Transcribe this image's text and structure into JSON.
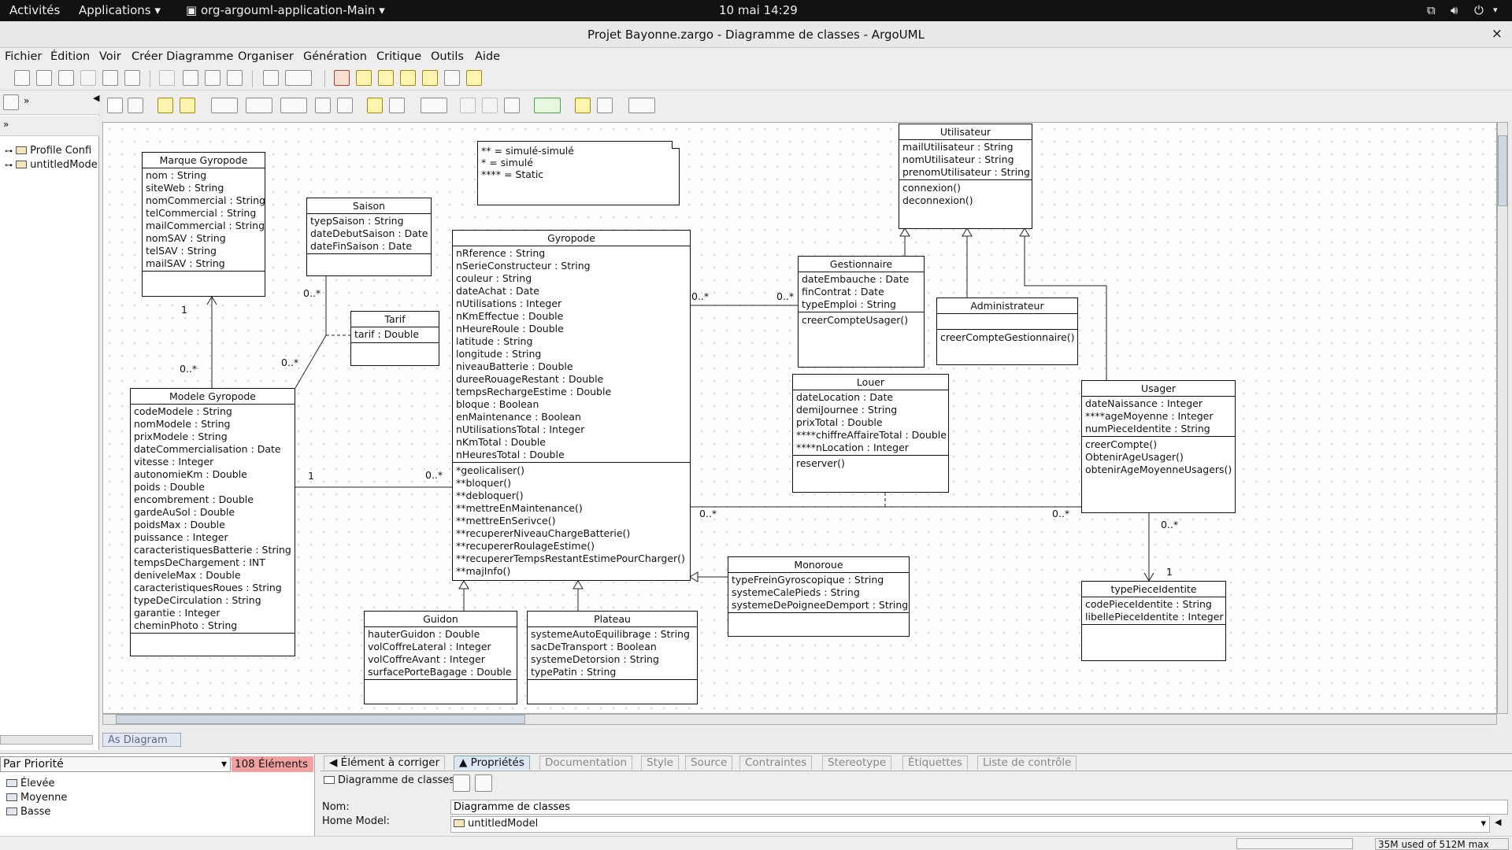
{
  "topbar": {
    "activities": "Activités",
    "applications": "Applications",
    "window_name": "org-argouml-application-Main",
    "clock": "10 mai  14:29"
  },
  "window": {
    "title": "Projet Bayonne.zargo - Diagramme de classes - ArgoUML",
    "close": "×"
  },
  "menu": [
    "Fichier",
    "Édition",
    "Voir",
    "Créer Diagramme",
    "Organiser",
    "Génération",
    "Critique",
    "Outils",
    "Aide"
  ],
  "explorer": {
    "items": [
      "Profile Confi",
      "untitledMode"
    ]
  },
  "diagram": {
    "note": [
      "** = simulé-simulé",
      "* = simulé",
      "**** = Static"
    ],
    "classes": {
      "marque": {
        "name": "Marque Gyropode",
        "attrs": [
          "nom : String",
          "siteWeb : String",
          "nomCommercial : String",
          "telCommercial : String",
          "mailCommercial : String",
          "nomSAV : String",
          "telSAV : String",
          "mailSAV : String"
        ],
        "ops": []
      },
      "saison": {
        "name": "Saison",
        "attrs": [
          "tyepSaison : String",
          "dateDebutSaison : Date",
          "dateFinSaison : Date"
        ],
        "ops": []
      },
      "tarif": {
        "name": "Tarif",
        "attrs": [
          "tarif : Double"
        ],
        "ops": []
      },
      "modele": {
        "name": "Modele Gyropode",
        "attrs": [
          "codeModele : String",
          "nomModele : String",
          "prixModele : String",
          "dateCommercialisation : Date",
          "vitesse : Integer",
          "autonomieKm : Double",
          "poids : Double",
          "encombrement : Double",
          "gardeAuSol : Double",
          "poidsMax : Double",
          "puissance : Integer",
          "caracteristiquesBatterie : String",
          "tempsDeChargement : INT",
          "deniveleMax : Double",
          "caracteristiquesRoues : String",
          "typeDeCirculation : String",
          "garantie : Integer",
          "cheminPhoto : String"
        ],
        "ops": []
      },
      "gyropode": {
        "name": "Gyropode",
        "attrs": [
          "nRference : String",
          "nSerieConstructeur : String",
          "couleur : String",
          "dateAchat : Date",
          "nUtilisations : Integer",
          "nKmEffectue : Double",
          "nHeureRoule : Double",
          "latitude : String",
          "longitude : String",
          "niveauBatterie : Double",
          "dureeRouageRestant : Double",
          "tempsRechargeEstime : Double",
          "bloque : Boolean",
          "enMaintenance : Boolean",
          "nUtilisationsTotal : Integer",
          "nKmTotal : Double",
          "nHeuresTotal : Double"
        ],
        "ops": [
          "*geolicaliser()",
          "**bloquer()",
          "**debloquer()",
          "**mettreEnMaintenance()",
          "**mettreEnSerivce()",
          "**recupererNiveauChargeBatterie()",
          "**recupererRoulageEstime()",
          "**recupererTempsRestantEstimePourCharger()",
          "**majInfo()"
        ]
      },
      "guidon": {
        "name": "Guidon",
        "attrs": [
          "hauterGuidon : Double",
          "volCoffreLateral : Integer",
          "volCoffreAvant : Integer",
          "surfacePorteBagage : Double"
        ],
        "ops": []
      },
      "plateau": {
        "name": "Plateau",
        "attrs": [
          "systemeAutoEquilibrage : String",
          "sacDeTransport : Boolean",
          "systemeDetorsion : String",
          "typePatin : String"
        ],
        "ops": []
      },
      "monoroue": {
        "name": "Monoroue",
        "attrs": [
          "typeFreinGyroscopique : String",
          "systemeCalePieds : String",
          "systemeDePoigneeDemport : String"
        ],
        "ops": []
      },
      "utilisateur": {
        "name": "Utilisateur",
        "attrs": [
          "mailUtilisateur : String",
          "nomUtilisateur : String",
          "prenomUtilisateur : String"
        ],
        "ops": [
          "connexion()",
          "deconnexion()"
        ]
      },
      "gestionnaire": {
        "name": "Gestionnaire",
        "attrs": [
          "dateEmbauche : Date",
          "finContrat : Date",
          "typeEmploi : String"
        ],
        "ops": [
          "creerCompteUsager()"
        ]
      },
      "administrateur": {
        "name": "Administrateur",
        "attrs": [],
        "ops": [
          "creerCompteGestionnaire()"
        ]
      },
      "louer": {
        "name": "Louer",
        "attrs": [
          "dateLocation : Date",
          "demiJournee : String",
          "prixTotal : Double",
          "****chiffreAffaireTotal : Double",
          "****nLocation : Integer"
        ],
        "ops": [
          "reserver()"
        ]
      },
      "usager": {
        "name": "Usager",
        "attrs": [
          "dateNaissance : Integer",
          "****ageMoyenne : Integer",
          "numPieceIdentite : String"
        ],
        "ops": [
          "creerCompte()",
          "ObtenirAgeUsager()",
          "obtenirAgeMoyenneUsagers()"
        ]
      },
      "typepiece": {
        "name": "typePieceIdentite",
        "attrs": [
          "codePieceIdentite : String",
          "libellePieceIdentite : Integer"
        ],
        "ops": []
      }
    },
    "multiplicities": {
      "marque_one": "1",
      "modele_to_marque": "0..*",
      "saison_many": "0..*",
      "modele_tarif": "0..*",
      "modele_one": "1",
      "gyro_many_left": "0..*",
      "gyro_many_gest": "0..*",
      "gest_many": "0..*",
      "gyro_many_usager": "0..*",
      "usager_many": "0..*",
      "usager_piece": "0..*",
      "piece_one": "1"
    }
  },
  "diagram_tab": "As Diagram",
  "todo": {
    "select": "Par Priorité",
    "count": "108 Éléments",
    "items": [
      "Élevée",
      "Moyenne",
      "Basse"
    ]
  },
  "properties": {
    "tabs": [
      "◀ Élément à corriger",
      "▲ Propriétés",
      "Documentation",
      "Style",
      "Source",
      "Contraintes",
      "Stereotype",
      "Étiquettes",
      "Liste de contrôle"
    ],
    "header": "Diagramme de classes",
    "name_label": "Nom:",
    "name_value": "Diagramme de classes",
    "home_label": "Home Model:",
    "home_value": "untitledModel"
  },
  "status": {
    "memory": "35M used of 512M max"
  }
}
